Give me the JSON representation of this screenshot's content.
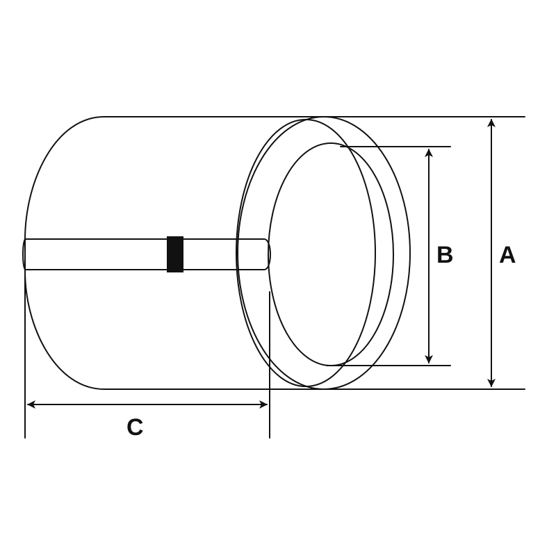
{
  "diagram": {
    "labels": {
      "outer_diameter": "A",
      "inner_diameter": "B",
      "length": "C"
    },
    "colors": {
      "stroke": "#111111",
      "background": "#ffffff",
      "band_marker": "#111111"
    }
  }
}
